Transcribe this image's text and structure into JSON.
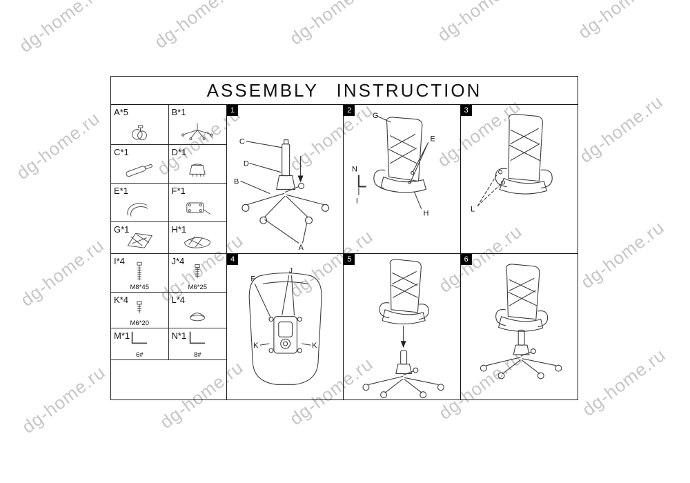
{
  "watermark": {
    "text": "dg-home.ru"
  },
  "title": "ASSEMBLY INSTRUCTION",
  "parts": [
    {
      "label": "A*5"
    },
    {
      "label": "B*1"
    },
    {
      "label": "C*1"
    },
    {
      "label": "D*1"
    },
    {
      "label": "E*1"
    },
    {
      "label": "F*1"
    },
    {
      "label": "G*1"
    },
    {
      "label": "H*1"
    },
    {
      "label": "I*4",
      "sub": "M8*45"
    },
    {
      "label": "J*4",
      "sub": "M6*25"
    },
    {
      "label": "K*4",
      "sub": "M6*20"
    },
    {
      "label": "L*4"
    },
    {
      "label": "M*1",
      "sub": "6#"
    },
    {
      "label": "N*1",
      "sub": "8#"
    }
  ],
  "steps": [
    {
      "num": "1",
      "callouts": [
        "C",
        "D",
        "B",
        "A"
      ]
    },
    {
      "num": "2",
      "callouts": [
        "G",
        "E",
        "N",
        "I",
        "H"
      ]
    },
    {
      "num": "3",
      "callouts": [
        "L"
      ]
    },
    {
      "num": "4",
      "callouts": [
        "F",
        "J",
        "K",
        "K"
      ]
    },
    {
      "num": "5",
      "callouts": []
    },
    {
      "num": "6",
      "callouts": []
    }
  ]
}
